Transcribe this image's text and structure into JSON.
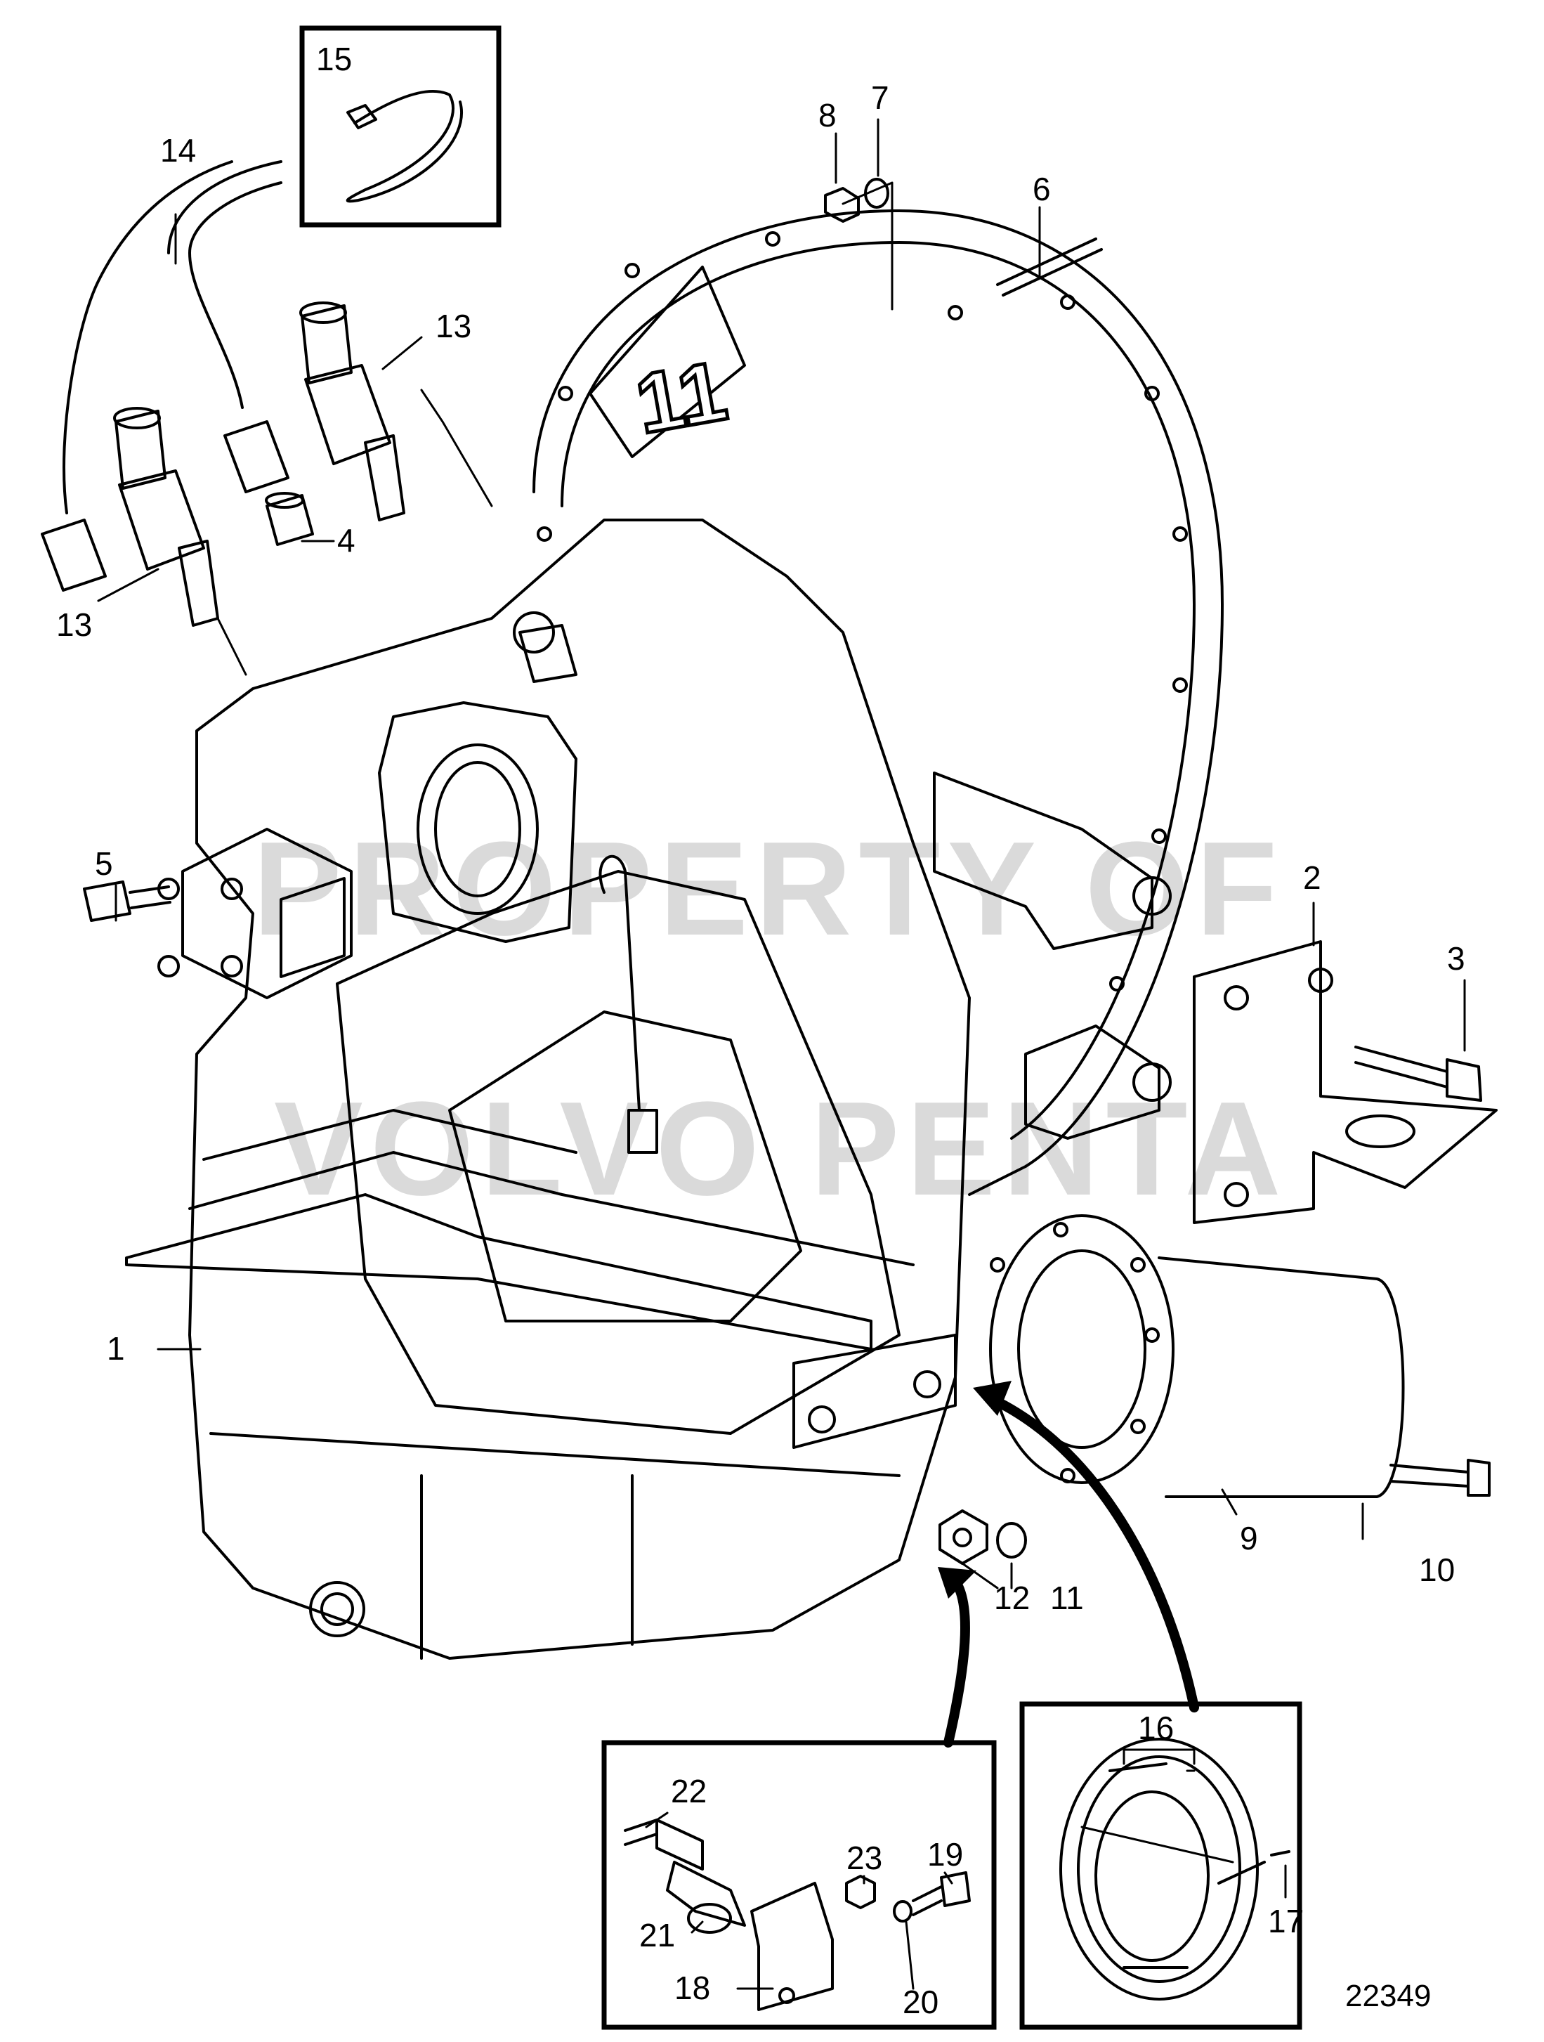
{
  "watermark": {
    "line1": "PROPERTY OF",
    "line2": "VOLVO PENTA"
  },
  "housing_marking": "11",
  "reference_number": "22349",
  "callouts": [
    {
      "id": "c1",
      "label": "1"
    },
    {
      "id": "c2",
      "label": "2"
    },
    {
      "id": "c3",
      "label": "3"
    },
    {
      "id": "c4",
      "label": "4"
    },
    {
      "id": "c5",
      "label": "5"
    },
    {
      "id": "c6",
      "label": "6"
    },
    {
      "id": "c7",
      "label": "7"
    },
    {
      "id": "c8",
      "label": "8"
    },
    {
      "id": "c9",
      "label": "9"
    },
    {
      "id": "c10",
      "label": "10"
    },
    {
      "id": "c11",
      "label": "11"
    },
    {
      "id": "c12",
      "label": "12"
    },
    {
      "id": "c13a",
      "label": "13"
    },
    {
      "id": "c13b",
      "label": "13"
    },
    {
      "id": "c14",
      "label": "14"
    },
    {
      "id": "c15",
      "label": "15"
    },
    {
      "id": "c16",
      "label": "16"
    },
    {
      "id": "c17",
      "label": "17"
    },
    {
      "id": "c18",
      "label": "18"
    },
    {
      "id": "c19",
      "label": "19"
    },
    {
      "id": "c20",
      "label": "20"
    },
    {
      "id": "c21",
      "label": "21"
    },
    {
      "id": "c22",
      "label": "22"
    },
    {
      "id": "c23",
      "label": "23"
    }
  ]
}
